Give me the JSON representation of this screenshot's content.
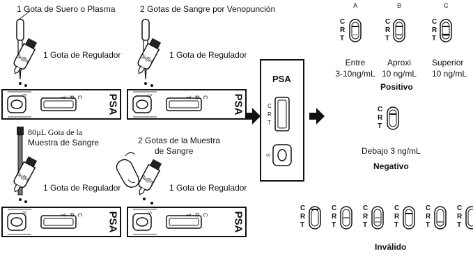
{
  "steps": {
    "serum": "1 Gota de Suero o Plasma",
    "venous": "2 Gotas de Sangre por Venopunción",
    "buffer1": "1 Gota de Regulador",
    "buffer2": "1 Gota de Regulador",
    "buffer3": "1 Gota de Regulador",
    "buffer4": "1 Gota de Regulador",
    "micro_amount": "80µL Gota de la",
    "micro_rest": "Muestra de Sangre",
    "finger_line1": "2 Gotas de la Muestra",
    "finger_line2": "de Sangre"
  },
  "device": {
    "name": "PSA",
    "lines": [
      "C",
      "R",
      "T"
    ],
    "well_mark": "S",
    "buffer_label": "Buffer"
  },
  "results": {
    "positive": {
      "label": "Positivo",
      "cases": [
        {
          "letter": "A",
          "desc1": "Entre",
          "desc2": "3-10ng/mL"
        },
        {
          "letter": "B",
          "desc1": "Aproxi",
          "desc2": "10 ng/mL"
        },
        {
          "letter": "C",
          "desc1": "Superior",
          "desc2": "10 ng/mL"
        }
      ]
    },
    "negative": {
      "label": "Negativo",
      "desc": "Debajo 3 ng/mL"
    },
    "invalid": {
      "label": "Inválido"
    }
  }
}
